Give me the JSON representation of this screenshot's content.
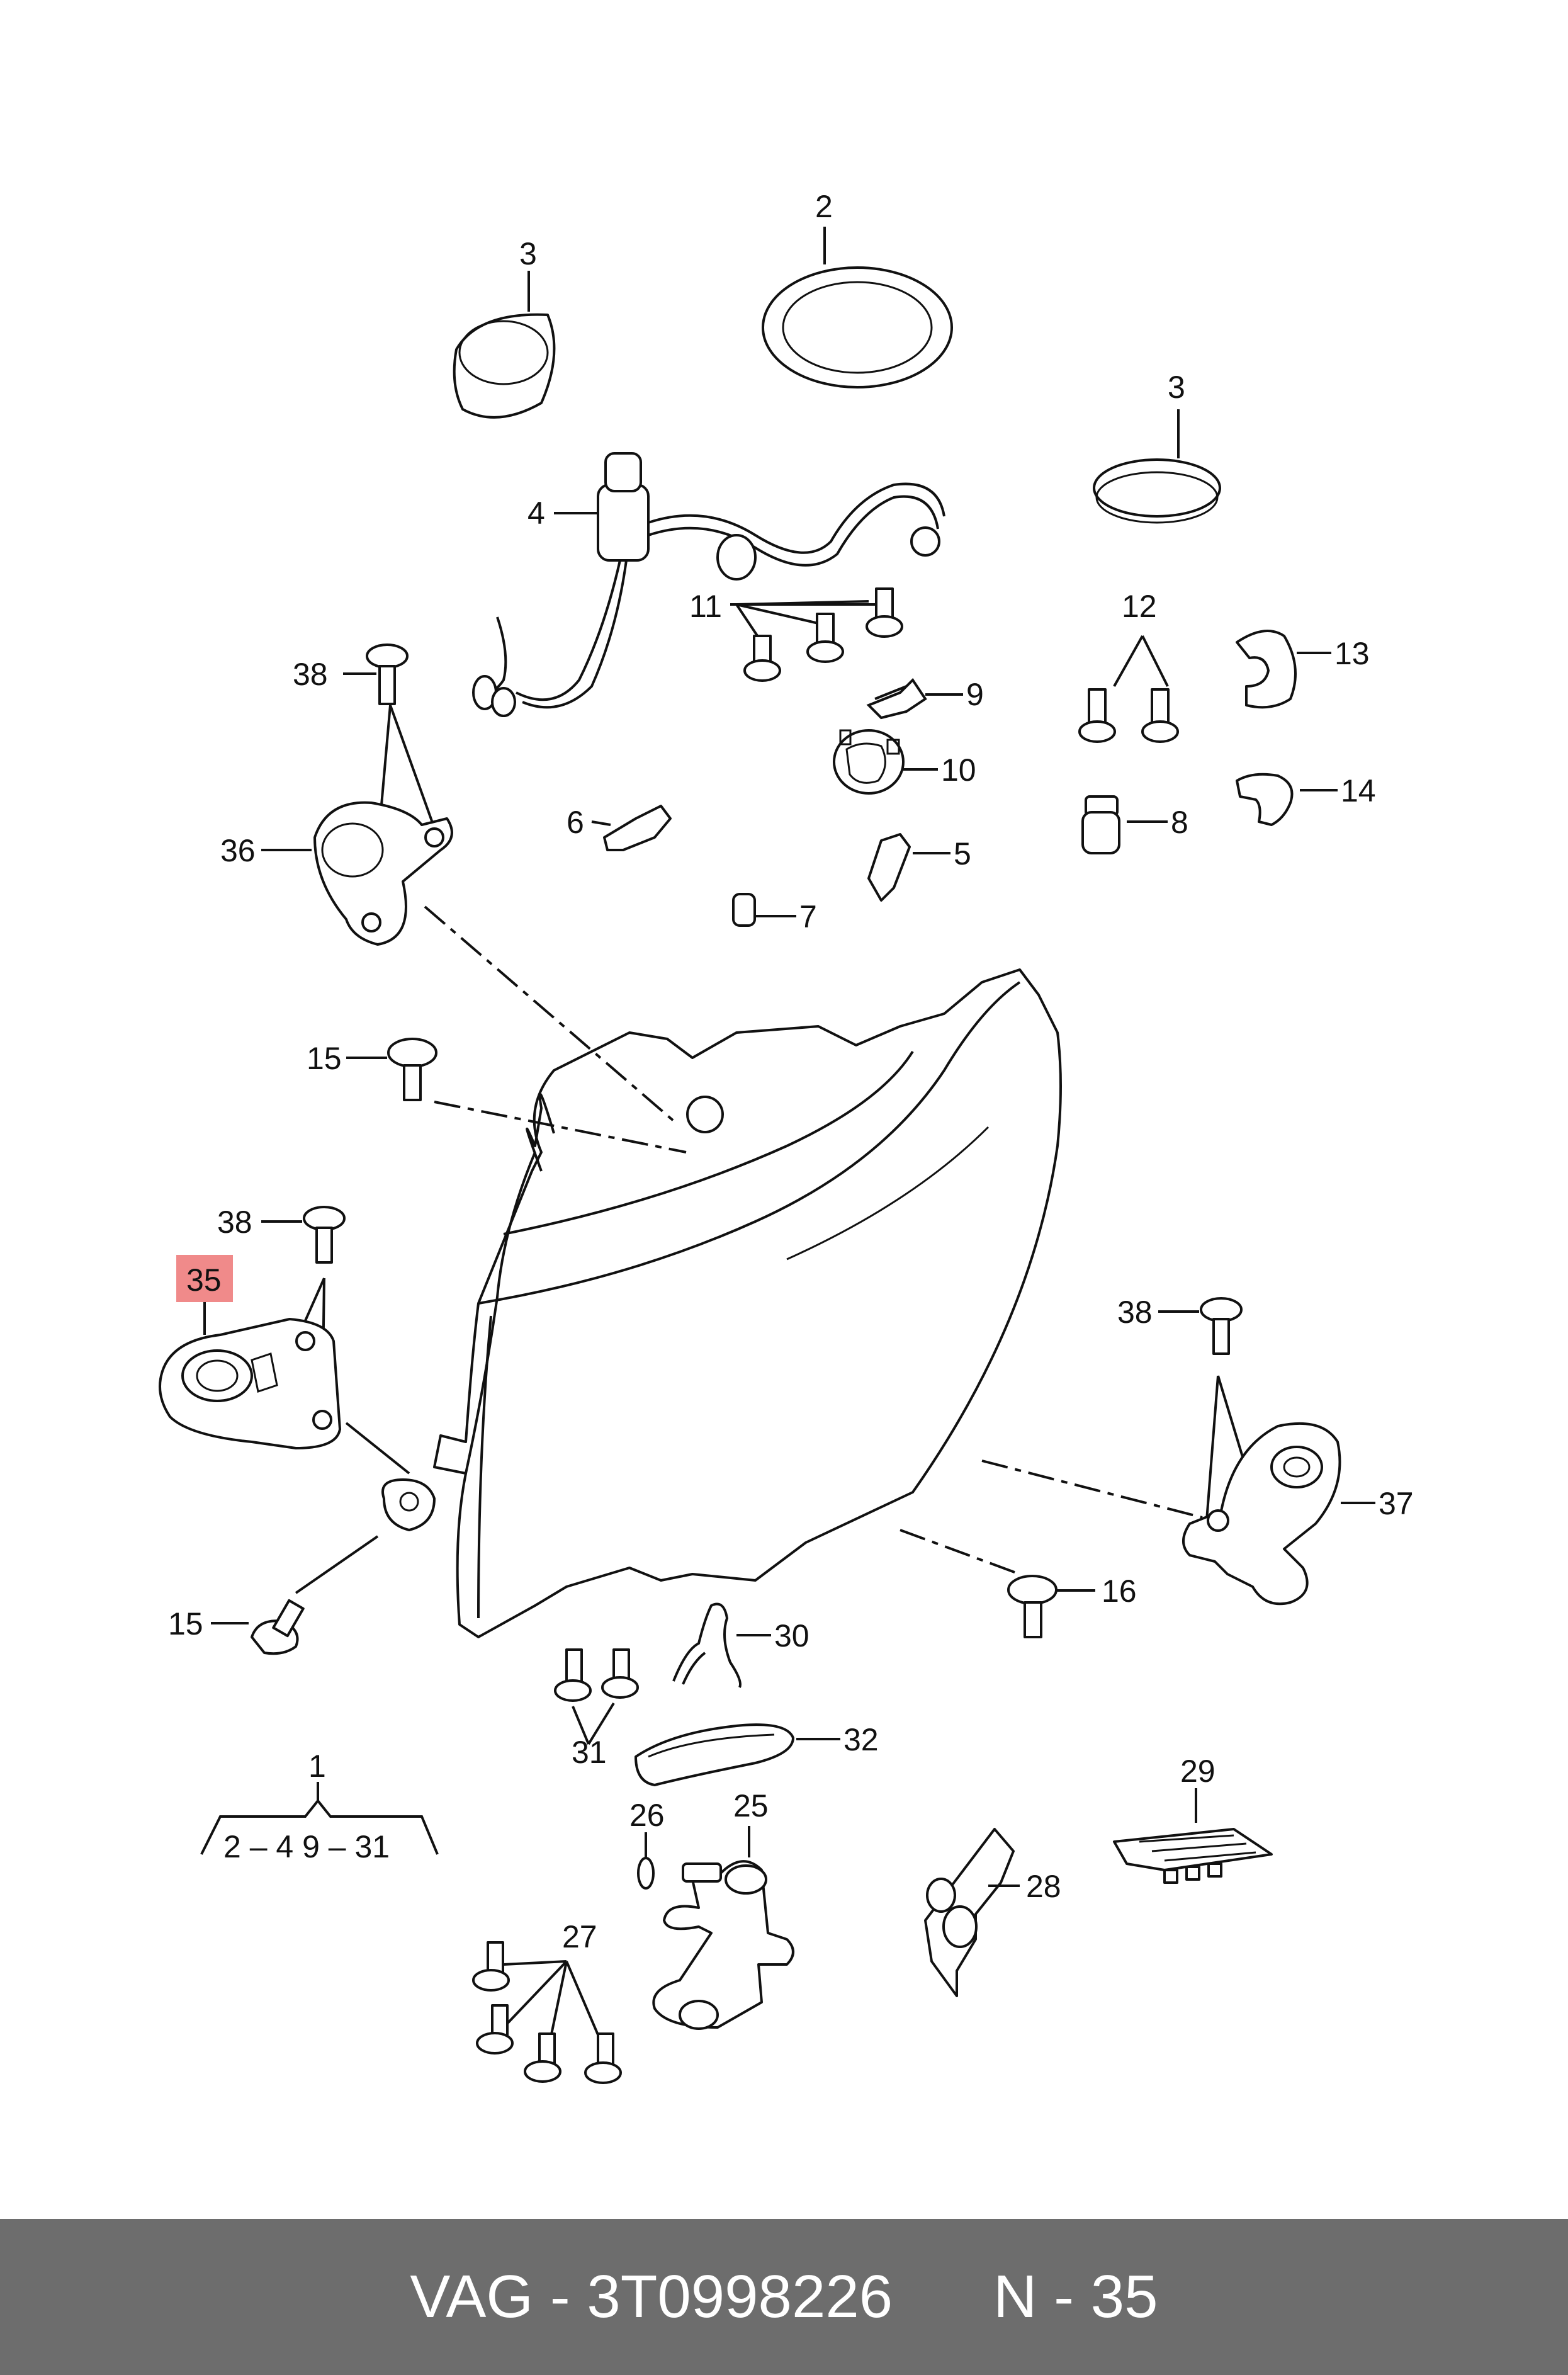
{
  "callouts": {
    "c1": "1",
    "c1_range": "2 – 4   9 – 31",
    "c2": "2",
    "c3a": "3",
    "c3b": "3",
    "c4": "4",
    "c5": "5",
    "c6": "6",
    "c7": "7",
    "c8": "8",
    "c9": "9",
    "c10": "10",
    "c11": "11",
    "c12": "12",
    "c13": "13",
    "c14": "14",
    "c15a": "15",
    "c15b": "15",
    "c16": "16",
    "c25": "25",
    "c26": "26",
    "c27": "27",
    "c28": "28",
    "c29": "29",
    "c30": "30",
    "c31": "31",
    "c32": "32",
    "c35": "35",
    "c36": "36",
    "c37": "37",
    "c38a": "38",
    "c38b": "38",
    "c38c": "38"
  },
  "highlight_color": "#f08a8a",
  "footer": {
    "brand": "VAG",
    "separator": " - ",
    "part_number": "3T0998226",
    "position": "N - 35"
  }
}
